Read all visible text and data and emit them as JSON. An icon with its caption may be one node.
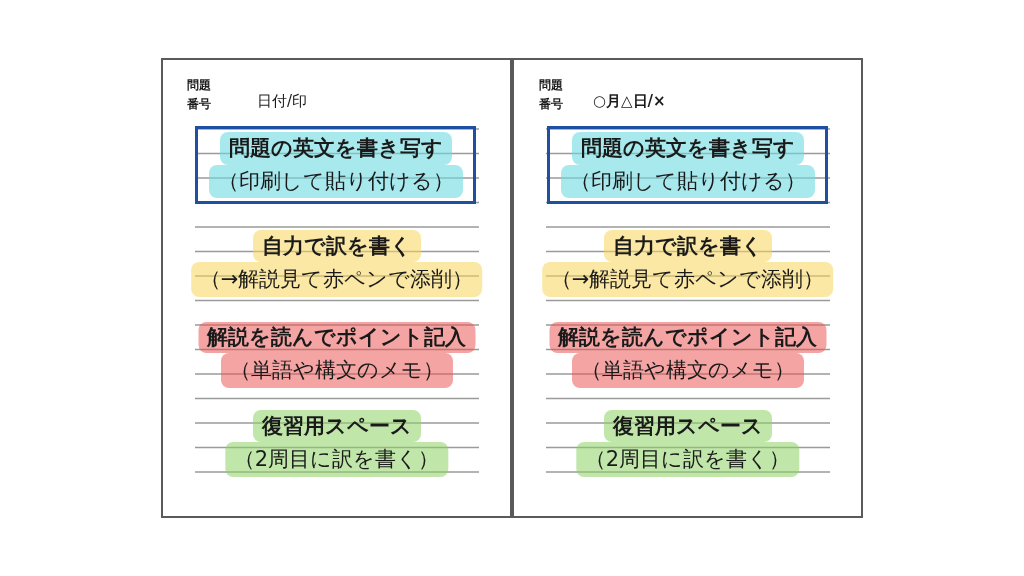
{
  "diagram": {
    "nodes": [
      {
        "text": [
          "問題番号",
          "日付/印"
        ]
      },
      {
        "text": [],
        "shape": "box",
        "in": 0
      },
      {
        "text": [
          "問題の英文を書き写す"
        ],
        "in": 1
      },
      {
        "text": [
          "（印刷して貼り付ける）"
        ],
        "in": 1
      },
      {
        "text": [
          "自力で訳を書く"
        ],
        "in": 0
      },
      {
        "text": [
          "（→解説見て赤ペンで添削）"
        ],
        "in": 0
      },
      {
        "text": [
          "解説を読んでポイント記入"
        ],
        "in": 0
      },
      {
        "text": [
          "（単語や構文のメモ）"
        ],
        "in": 0
      },
      {
        "text": [
          "復習用スペース"
        ],
        "in": 0
      },
      {
        "text": [
          "（2周目に訳を書く）"
        ],
        "in": 0
      },
      {
        "text": [
          "問題番号",
          "○月△日/×"
        ]
      },
      {
        "text": [],
        "shape": "box",
        "in": 10
      },
      {
        "text": [
          "問題の英文を書き写す"
        ],
        "in": 11
      },
      {
        "text": [
          "（印刷して貼り付ける）"
        ],
        "in": 11
      },
      {
        "text": [
          "自力で訳を書く"
        ],
        "in": 10
      },
      {
        "text": [
          "（→解説見て赤ペンで添削）"
        ],
        "in": 10
      },
      {
        "text": [
          "解説を読んでポイント記入"
        ],
        "in": 10
      },
      {
        "text": [
          "（単語や構文のメモ）"
        ],
        "in": 10
      },
      {
        "text": [
          "復習用スペース"
        ],
        "in": 10
      },
      {
        "text": [
          "（2周目に訳を書く）"
        ],
        "in": 10
      }
    ]
  }
}
